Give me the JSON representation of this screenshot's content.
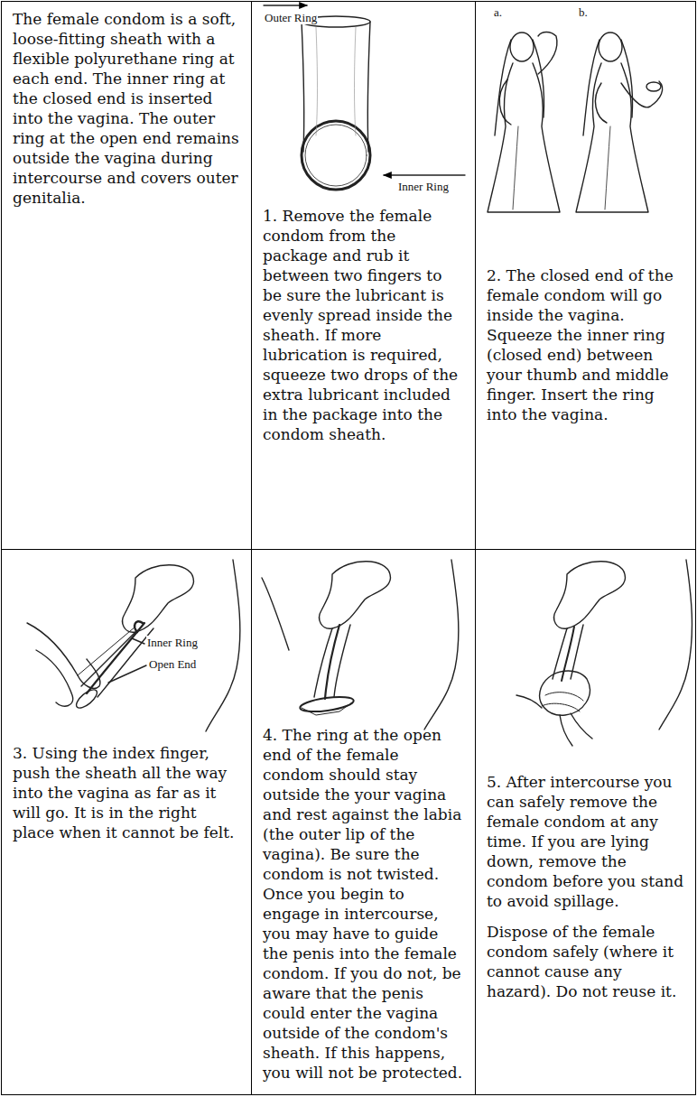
{
  "diagram": {
    "nodes": [
      {
        "text": [
          "The female condom is a soft, loose-fitting sheath with a flexible polyurethane ring at each end. The inner ring at the closed end is inserted into the vagina. The outer ring at the open end remains outside the vagina during intercourse and covers outer genitalia."
        ]
      },
      {
        "text": [
          "1. Remove the female condom from the package and rub it between two fingers to be sure the lubricant is evenly spread inside the sheath. If more lubrication is required, squeeze two drops of the extra lubricant included in the package into the condom sheath."
        ]
      },
      {
        "text": [
          "2. The closed end of the female condom will go inside the vagina. Squeeze the inner ring (closed end) between your thumb and middle finger. Insert the ring into the vagina."
        ]
      },
      {
        "text": [
          "3. Using the index finger, push the sheath all the way into the vagina as far as it will go. It is in the right place when it cannot be felt."
        ]
      },
      {
        "text": [
          "4. The ring at the open end of the female condom should stay outside the your vagina and rest against the labia (the outer lip of the vagina). Be sure the condom is not twisted. Once you begin to engage in intercourse, you may have to guide the penis into the female condom. If you do not, be aware that the penis could enter the vagina outside of the condom's sheath. If this happens, you will not be protected."
        ]
      },
      {
        "text": [
          "5. After intercourse you can safely remove the female condom at any time. If you are lying down, remove the condom before you stand to avoid spillage.",
          "Dispose of the female condom safely (where it cannot cause any hazard). Do not reuse it."
        ]
      }
    ],
    "labels": [
      "Outer Ring",
      "Inner Ring",
      "a.",
      "b.",
      "Inner Ring",
      "Open End"
    ]
  }
}
